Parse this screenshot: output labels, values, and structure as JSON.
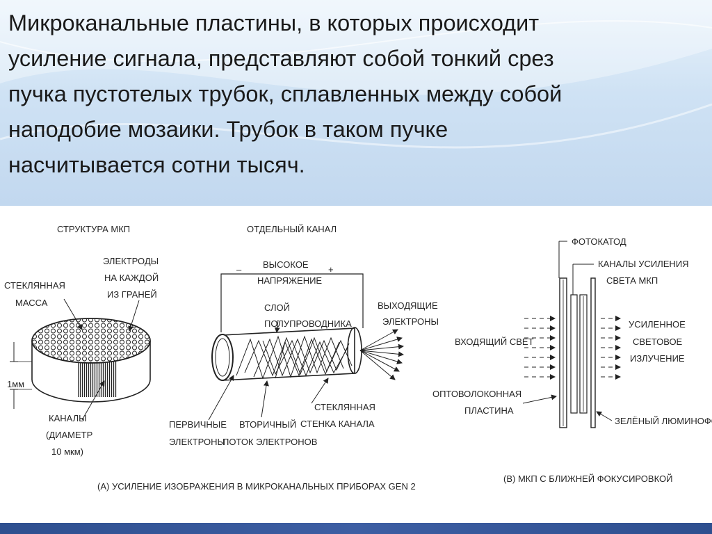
{
  "slide": {
    "body_lines": [
      "Микроканальные пластины, в которых происходит",
      "усиление сигнала, представляют собой тонкий срез",
      "пучка пустотелых трубок, сплавленных между собой",
      "наподобие мозаики. Трубок в таком пучке",
      "насчитывается сотни тысяч."
    ]
  },
  "figure": {
    "structure_title": "СТРУКТУРА МКП",
    "channel_title": "ОТДЕЛЬНЫЙ КАНАЛ",
    "glass_mass": [
      "СТЕКЛЯННАЯ",
      "МАССА"
    ],
    "electrodes": [
      "ЭЛЕКТРОДЫ",
      "НА КАЖДОЙ",
      "ИЗ ГРАНЕЙ"
    ],
    "thickness": "1мм",
    "channels": [
      "КАНАЛЫ",
      "(ДИАМЕТР",
      "10 мкм)"
    ],
    "minus": "–",
    "plus": "+",
    "high_voltage": [
      "ВЫСОКОЕ",
      "НАПРЯЖЕНИЕ"
    ],
    "semiconductor": [
      "СЛОЙ",
      "ПОЛУПРОВОДНИКА"
    ],
    "output_electrons": [
      "ВЫХОДЯЩИЕ",
      "ЭЛЕКТРОНЫ"
    ],
    "primary_electrons": [
      "ПЕРВИЧНЫЕ",
      "ЭЛЕКТРОНЫ"
    ],
    "secondary_flow": [
      "ВТОРИЧНЫЙ",
      "ПОТОК ЭЛЕКТРОНОВ"
    ],
    "glass_wall": [
      "СТЕКЛЯННАЯ",
      "СТЕНКА КАНАЛА"
    ],
    "photocathode": "ФОТОКАТОД",
    "amp_channels": [
      "КАНАЛЫ УСИЛЕНИЯ",
      "СВЕТА МКП"
    ],
    "incoming_light": "ВХОДЯЩИЙ СВЕТ",
    "amplified": [
      "УСИЛЕННОЕ",
      "СВЕТОВОЕ",
      "ИЗЛУЧЕНИЕ"
    ],
    "fiber_plate": [
      "ОПТОВОЛОКОННАЯ",
      "ПЛАСТИНА"
    ],
    "green_phosphor": "ЗЕЛЁНЫЙ ЛЮМИНОФОР",
    "caption_a": "(А) УСИЛЕНИЕ ИЗОБРАЖЕНИЯ В МИКРОКАНАЛЬНЫХ ПРИБОРАХ GEN 2",
    "caption_b": "(В) МКП С БЛИЖНЕЙ ФОКУСИРОВКОЙ"
  }
}
